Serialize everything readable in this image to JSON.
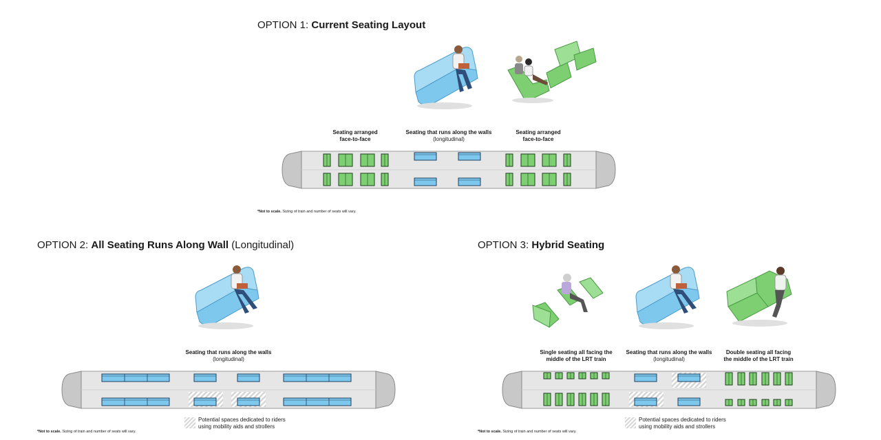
{
  "option1": {
    "title_prefix": "OPTION 1: ",
    "title_bold": "Current Seating Layout",
    "caption_left_bold": "Seating arranged",
    "caption_left_bold2": "face-to-face",
    "caption_mid_bold": "Seating that runs along the walls",
    "caption_mid_sub": "(longitudinal)",
    "caption_right_bold": "Seating arranged",
    "caption_right_bold2": "face-to-face",
    "note_bold": "*Not to scale.",
    "note_text": " Sizing of train and number of seats will vary."
  },
  "option2": {
    "title_prefix": "OPTION 2: ",
    "title_bold": "All Seating Runs Along Wall",
    "title_suffix": " (Longitudinal)",
    "caption_mid_bold": "Seating that runs along the walls",
    "caption_mid_sub": "(longitudinal)",
    "legend_line1": "Potential spaces dedicated to riders",
    "legend_line2": "using mobility aids and strollers",
    "note_bold": "*Not to scale.",
    "note_text": " Sizing of train and number of seats will vary."
  },
  "option3": {
    "title_prefix": "OPTION 3: ",
    "title_bold": "Hybrid Seating",
    "caption_left_bold": "Single seating all facing the",
    "caption_left_bold2": "middle of the LRT train",
    "caption_mid_bold": "Seating that runs along the walls",
    "caption_mid_sub": "(longitudinal)",
    "caption_right_bold": "Double seating all facing",
    "caption_right_bold2": "the middle of the LRT train",
    "legend_line1": "Potential spaces dedicated to riders",
    "legend_line2": "using mobility aids and strollers",
    "note_bold": "*Not to scale.",
    "note_text": " Sizing of train and number of seats will vary."
  },
  "colors": {
    "blue_seat": "#7ec8ee",
    "green_seat": "#7dcf72",
    "train_body": "#e6e6e6",
    "train_cab": "#c8c8c8",
    "outline": "#555555"
  }
}
